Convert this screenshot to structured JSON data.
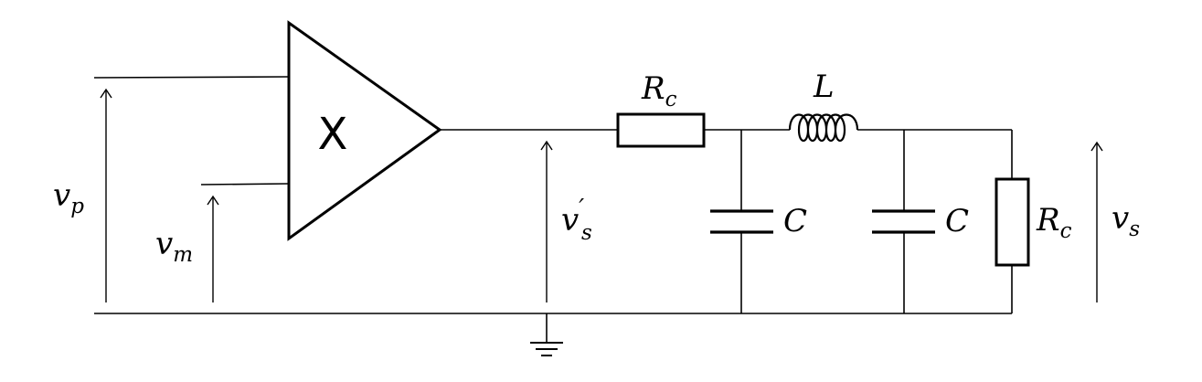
{
  "multiplier": {
    "symbol": "X"
  },
  "labels": {
    "vp": {
      "main": "v",
      "sub": "p"
    },
    "vm": {
      "main": "v",
      "sub": "m"
    },
    "vs_prime": {
      "main": "v",
      "prime": "′",
      "sub": "s"
    },
    "vs": {
      "main": "v",
      "sub": "s"
    },
    "rc_series": {
      "main": "R",
      "sub": "c"
    },
    "inductor": {
      "main": "L"
    },
    "cap1": {
      "main": "C"
    },
    "cap2": {
      "main": "C"
    },
    "rc_load": {
      "main": "R",
      "sub": "c"
    }
  }
}
